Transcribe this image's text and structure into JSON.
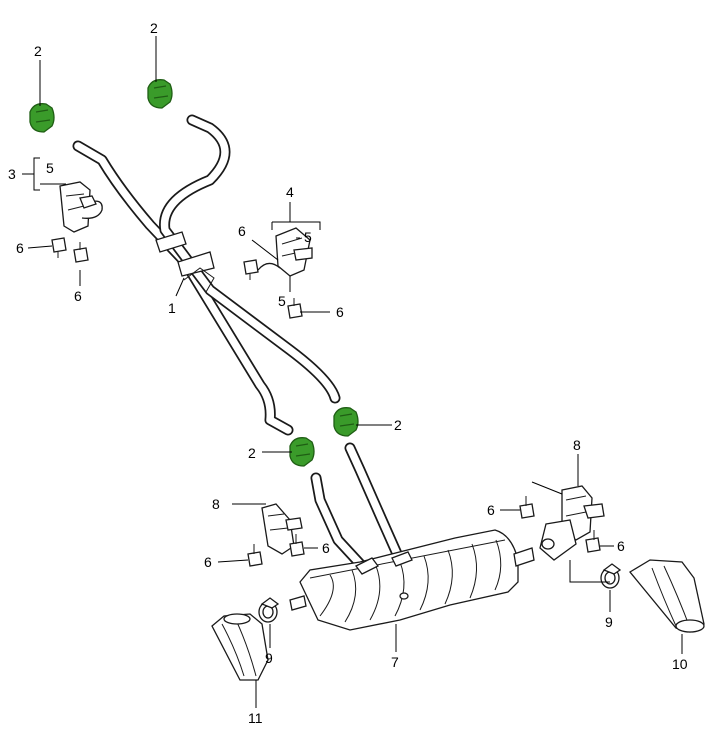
{
  "diagram": {
    "title": "Exhaust system exploded view",
    "colors": {
      "clamp": "#3a9b2a",
      "clamp_dark": "#1f5e14",
      "line": "#1a1a1a",
      "background": "#ffffff"
    },
    "callouts": {
      "c2a": "2",
      "c2b": "2",
      "c2c": "2",
      "c2d": "2",
      "c3": "3",
      "c5a": "5",
      "c6a": "6",
      "c6b": "6",
      "c4": "4",
      "c5b": "5",
      "c5c": "5",
      "c6c": "6",
      "c6d": "6",
      "c1": "1",
      "c8a": "8",
      "c6e": "6",
      "c6f": "6",
      "c8b": "8",
      "c6g": "6",
      "c6h": "6",
      "c9a": "9",
      "c9b": "9",
      "c7": "7",
      "c10": "10",
      "c11": "11"
    }
  }
}
